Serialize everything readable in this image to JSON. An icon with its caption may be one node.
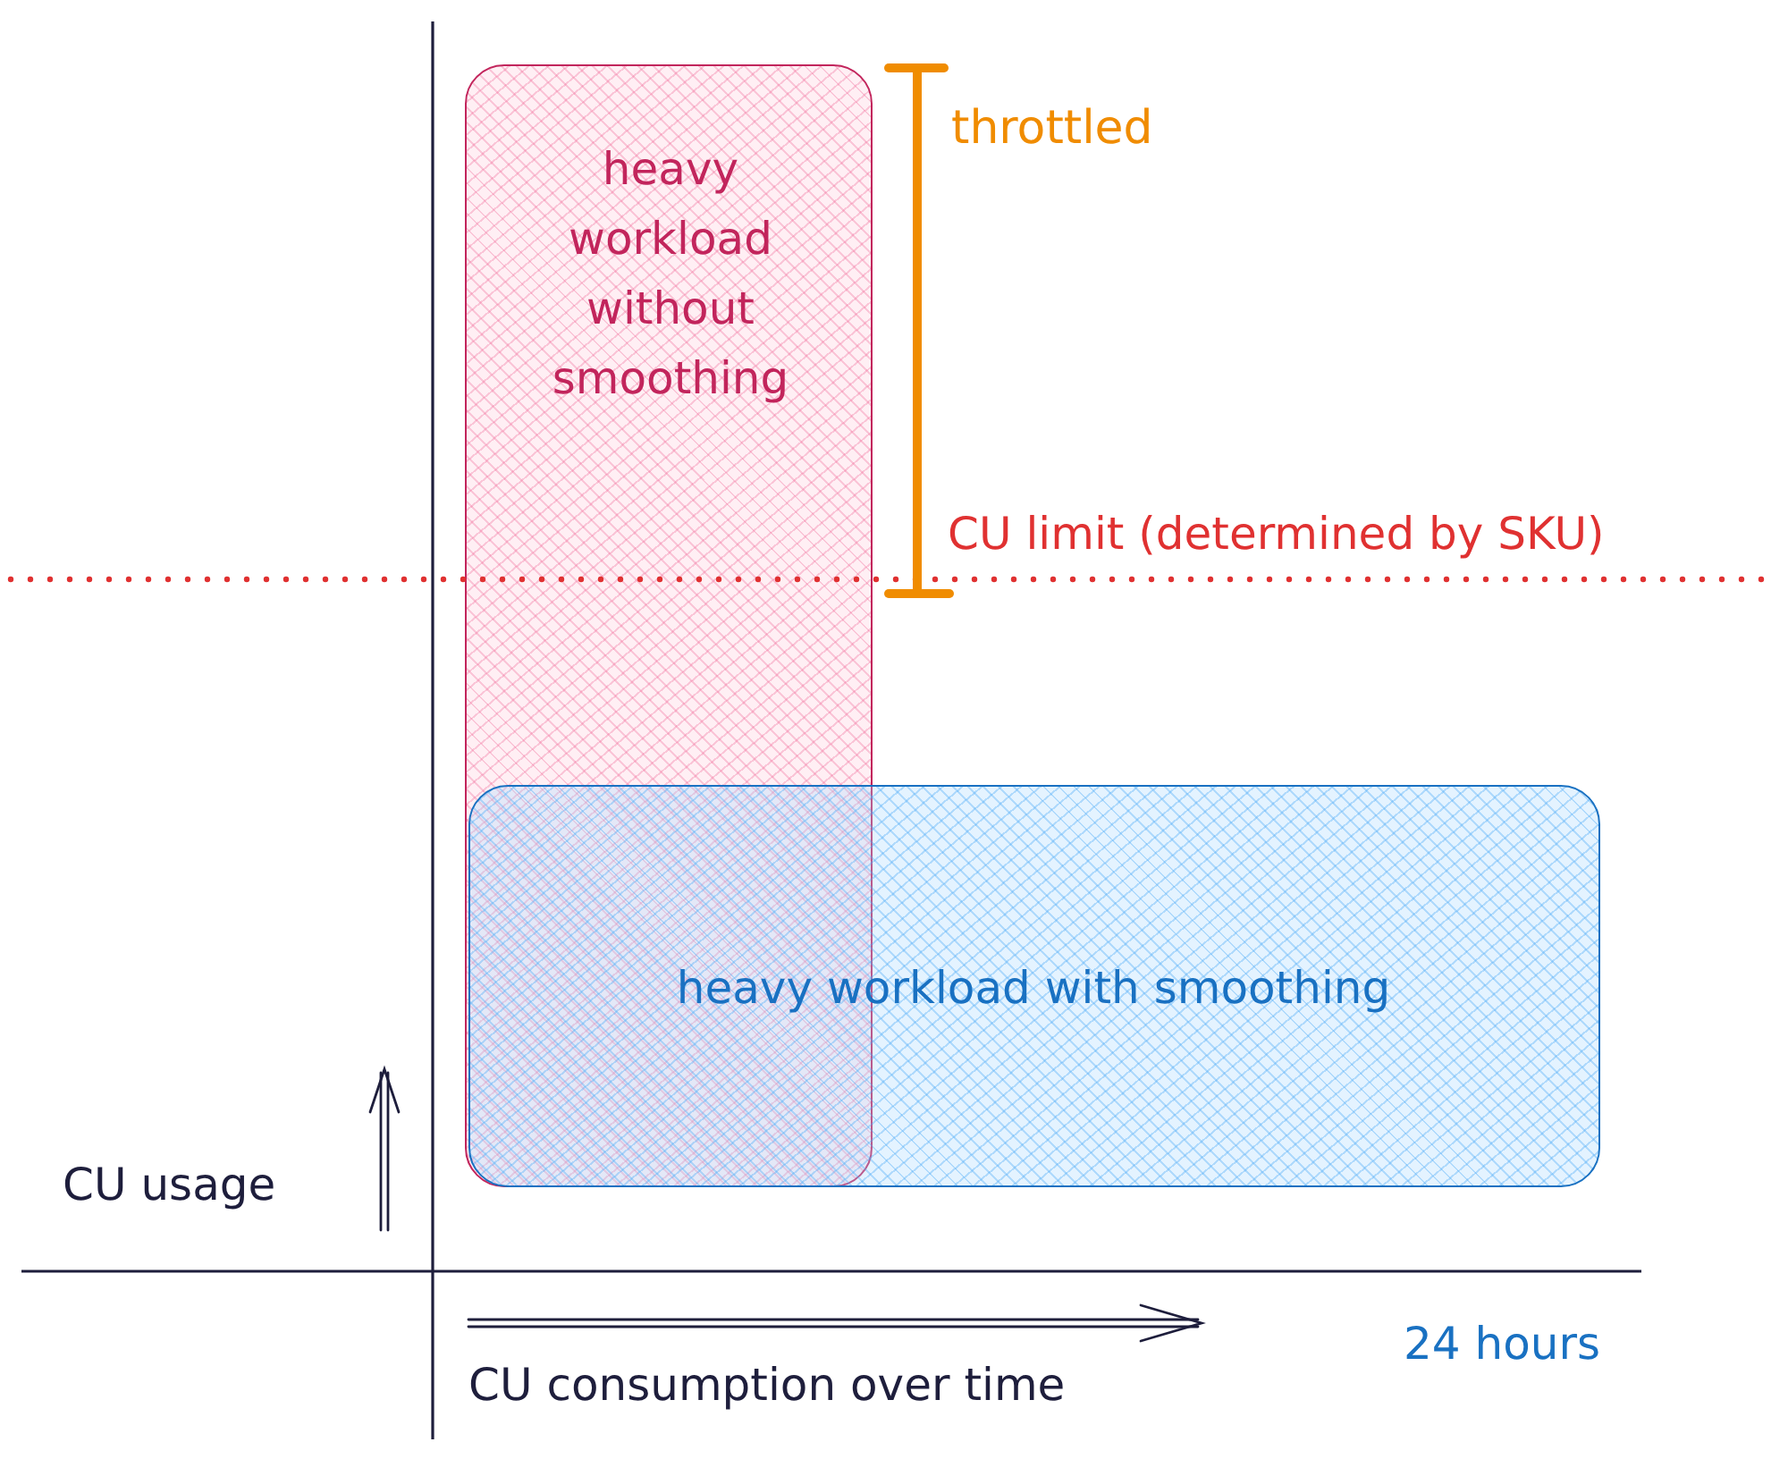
{
  "diagram": {
    "nodes": [
      {
        "text": [
          "heavy workload without smoothing"
        ]
      },
      {
        "text": [
          "heavy workload with smoothing"
        ]
      }
    ],
    "labels": [
      "throttled",
      "CU limit (determined by SKU)",
      "CU usage",
      "CU consumption over time",
      "24 hours"
    ]
  }
}
